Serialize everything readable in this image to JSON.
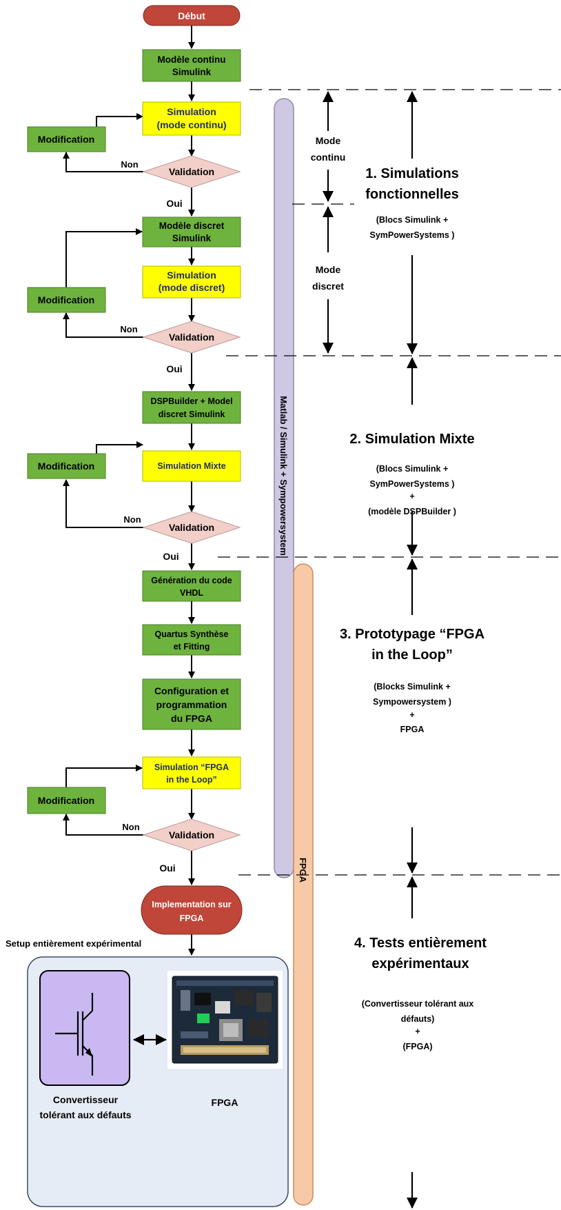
{
  "flow": {
    "start": "Début",
    "model_continuous": [
      "Modèle continu",
      "Simulink"
    ],
    "sim_continuous": [
      "Simulation",
      "(mode continu)"
    ],
    "model_discrete": [
      "Modèle discret",
      "Simulink"
    ],
    "sim_discrete": [
      "Simulation",
      "(mode discret)"
    ],
    "dspbuilder_model": [
      "DSPBuilder + Model",
      "discret Simulink"
    ],
    "sim_mixed": "Simulation Mixte",
    "vhdl": [
      "Génération du code",
      "VHDL"
    ],
    "quartus": [
      "Quartus Synthèse",
      "et Fitting"
    ],
    "fpga_config": [
      "Configuration et",
      "programmation",
      "du FPGA"
    ],
    "sim_fil": [
      "Simulation “FPGA",
      "in the Loop”"
    ],
    "implementation": [
      "Implementation sur",
      "FPGA"
    ],
    "modification": "Modification",
    "validation": "Validation",
    "yes": "Oui",
    "no": "Non"
  },
  "bars": {
    "matlab": "Matlab / Simulink + Sympowersystem",
    "fpga": "FPGA"
  },
  "modes": {
    "continuous": [
      "Mode",
      "continu"
    ],
    "discrete": [
      "Mode",
      "discret"
    ]
  },
  "phases": {
    "p1_title": [
      "1. Simulations",
      "fonctionnelles"
    ],
    "p1_sub": [
      "(Blocs Simulink +",
      "SymPowerSystems )"
    ],
    "p2_title": "2. Simulation Mixte",
    "p2_sub": [
      "(Blocs Simulink +",
      "SymPowerSystems )",
      "+",
      "(modèle DSPBuilder )"
    ],
    "p3_title": [
      "3. Prototypage “FPGA",
      "in the Loop”"
    ],
    "p3_sub": [
      "(Blocks Simulink +",
      "Sympowersystem )",
      "+",
      "FPGA"
    ],
    "p4_title": [
      "4. Tests entièrement",
      "expérimentaux"
    ],
    "p4_sub": [
      "(Convertisseur tolérant aux",
      "défauts)",
      "+",
      "(FPGA)"
    ]
  },
  "setup": {
    "caption": "Setup entièrement expérimental",
    "converter_label": [
      "Convertisseur",
      "tolérant aux défauts"
    ],
    "fpga_label": "FPGA"
  },
  "colors": {
    "green": "#6fb33f",
    "yellow": "#ffff00",
    "diamond": "#f2cfc9",
    "terminal": "#c0463a",
    "matlab_bar": "#cfc8e3",
    "fpga_bar": "#f8c9a6",
    "setup_bg": "#e6ecf5",
    "converter_bg": "#c9b8f2"
  }
}
